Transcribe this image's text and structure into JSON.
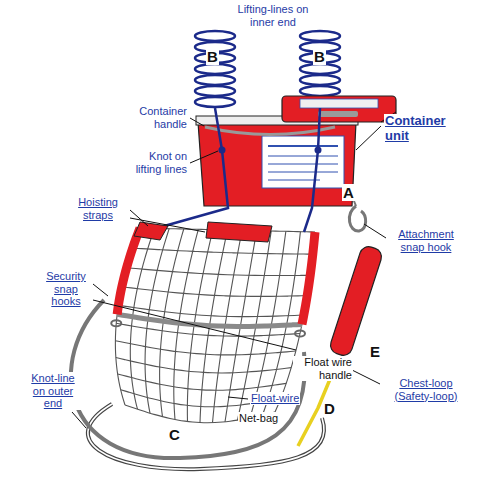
{
  "diagram": {
    "labels": [
      "Lifting-lines on inner end",
      "B",
      "B",
      "Container handle",
      "Container unit",
      "Knot on lifting lines",
      "A",
      "Attachment snap hook",
      "Hoisting straps",
      "Security snap hooks",
      "E",
      "Float wire handle",
      "Chest-loop (Safety-loop)",
      "D",
      "Knot-line on outer end",
      "Float-wire",
      "Net-bag",
      "C"
    ]
  }
}
